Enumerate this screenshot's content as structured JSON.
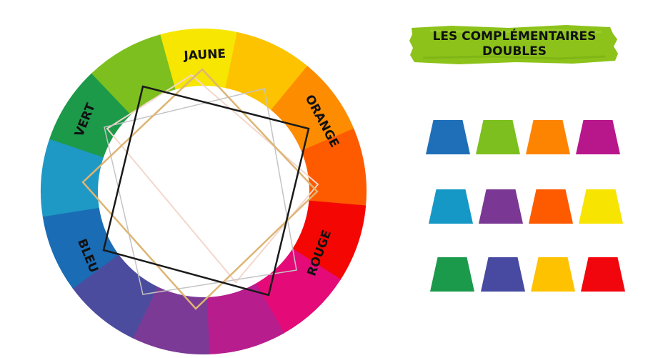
{
  "wheel": {
    "segments": [
      {
        "color": "#f6e601"
      },
      {
        "color": "#fec300"
      },
      {
        "color": "#fd8c00"
      },
      {
        "color": "#fe5b00"
      },
      {
        "color": "#f40703"
      },
      {
        "color": "#e40b78"
      },
      {
        "color": "#b81d8e"
      },
      {
        "color": "#7b3a96"
      },
      {
        "color": "#4c4c9e"
      },
      {
        "color": "#1a6cb5"
      },
      {
        "color": "#1e98c4"
      },
      {
        "color": "#1c9a4a"
      },
      {
        "color": "#7cbf1e"
      }
    ],
    "labels": {
      "jaune": "JAUNE",
      "orange": "ORANGE",
      "rouge": "ROUGE",
      "bleu": "BLEU",
      "vert": "VERT"
    },
    "square_colors": {
      "main": "#1a1a1a",
      "gold": "#ddb573",
      "pink": "#f3d7cc",
      "gray": "#c4c4c4"
    }
  },
  "title": {
    "line1": "LES COMPLÉMENTAIRES",
    "line2": "DOUBLES",
    "banner_color": "#8cc21a"
  },
  "swatch_rows": [
    [
      "#1f6fb8",
      "#7cbf1e",
      "#fd8400",
      "#b8178b"
    ],
    [
      "#1598c6",
      "#7a3894",
      "#fe5a00",
      "#f7e400"
    ],
    [
      "#1c9a4c",
      "#474aa0",
      "#fec200",
      "#f2060d"
    ]
  ]
}
